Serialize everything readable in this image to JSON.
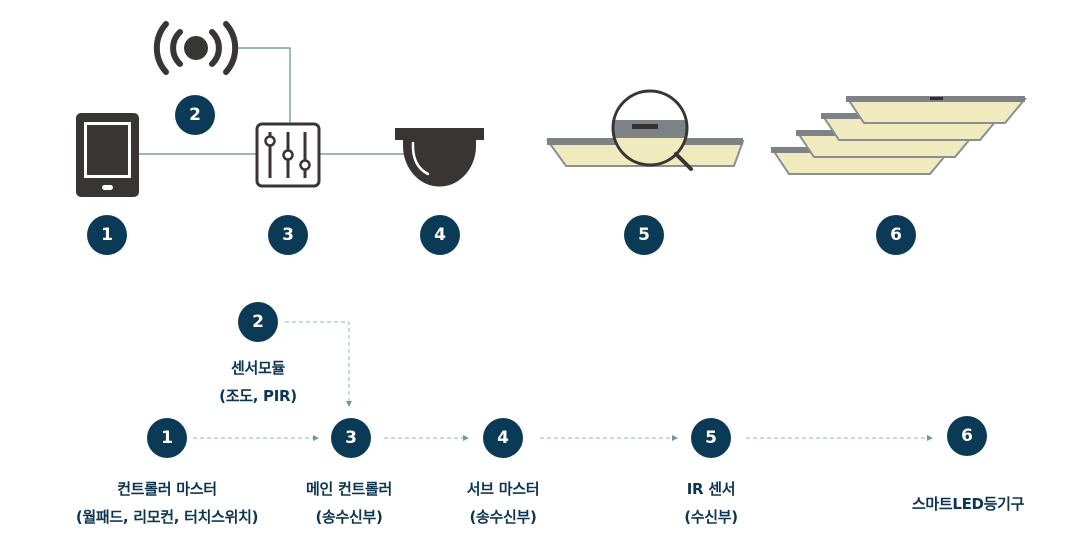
{
  "colors": {
    "badge": "#0b3a57",
    "text": "#0d3552",
    "connector": "#5e8aa3",
    "dashed": "#8fb0c2",
    "icon": "#3a3535",
    "panel_frame": "#7d8286",
    "panel_light": "#f0ebbf"
  },
  "top_diagram": {
    "badges": [
      {
        "id": "1",
        "label": "1"
      },
      {
        "id": "2",
        "label": "2"
      },
      {
        "id": "3",
        "label": "3"
      },
      {
        "id": "4",
        "label": "4"
      },
      {
        "id": "5",
        "label": "5"
      },
      {
        "id": "6",
        "label": "6"
      }
    ],
    "icons": [
      "tablet-icon",
      "sensor-signal-icon",
      "mixer-controller-icon",
      "dome-receiver-icon",
      "led-panel-magnifier-icon",
      "led-panel-stack-icon"
    ]
  },
  "flow": {
    "nodes": [
      {
        "id": "1",
        "badge": "1",
        "title": "컨트롤러 마스터",
        "subtitle": "(월패드, 리모컨, 터치스위치)"
      },
      {
        "id": "2",
        "badge": "2",
        "title": "센서모듈",
        "subtitle": "(조도, PIR)"
      },
      {
        "id": "3",
        "badge": "3",
        "title": "메인 컨트롤러",
        "subtitle": "(송수신부)"
      },
      {
        "id": "4",
        "badge": "4",
        "title": "서브 마스터",
        "subtitle": "(송수신부)"
      },
      {
        "id": "5",
        "badge": "5",
        "title": "IR 센서",
        "subtitle": "(수신부)"
      },
      {
        "id": "6",
        "badge": "6",
        "title": "스마트LED등기구",
        "subtitle": ""
      }
    ],
    "edges": [
      {
        "from": "1",
        "to": "3"
      },
      {
        "from": "2",
        "to": "3"
      },
      {
        "from": "3",
        "to": "4"
      },
      {
        "from": "4",
        "to": "5"
      },
      {
        "from": "5",
        "to": "6"
      }
    ]
  }
}
